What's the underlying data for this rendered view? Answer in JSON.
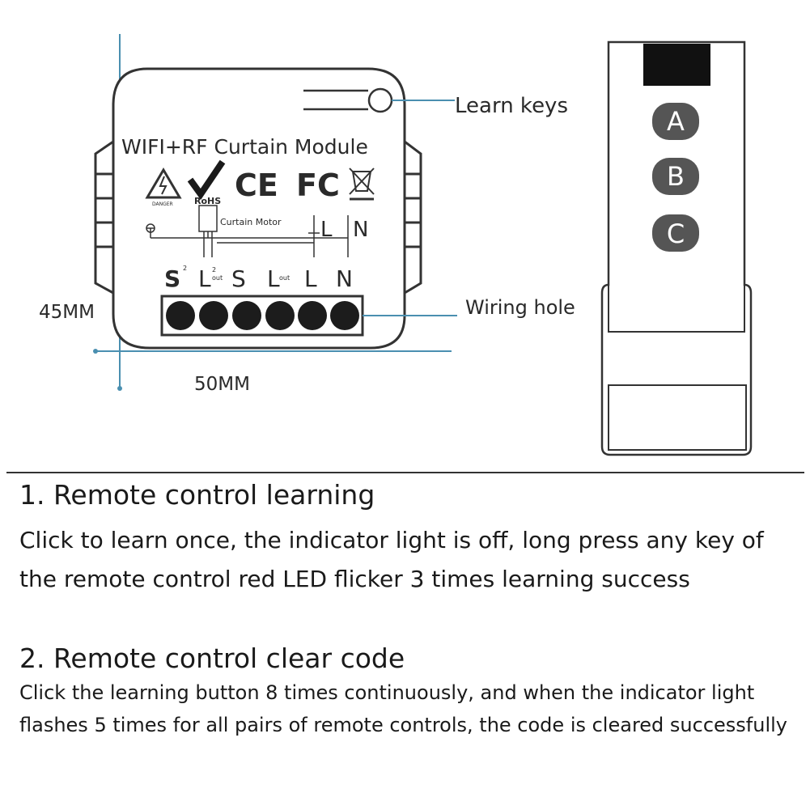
{
  "diagram": {
    "module_title": "WIFI+RF Curtain Module",
    "rohs_label": "RoHS",
    "danger_label": "DANGER",
    "ce_mark": "CE",
    "fc_mark": "FC",
    "curtain_motor_label": "Curtain Motor",
    "wiring_L": "L",
    "wiring_N": "N",
    "terminals": [
      "S",
      "L",
      "S",
      "L",
      "L",
      "N"
    ],
    "terminal_sub": {
      "s2": "2",
      "l1_top": "2",
      "l1_bottom": "out",
      "l2_sub": "out"
    },
    "learn_keys_label": "Learn keys",
    "wiring_hole_label": "Wiring hole",
    "height_label": "45MM",
    "width_label": "50MM",
    "remote_buttons": [
      "A",
      "B",
      "C"
    ],
    "colors": {
      "line": "#333333",
      "dimension": "#4a8fb0",
      "button_fill": "#555555",
      "terminal_fill": "#1c1c1c"
    }
  },
  "section1": {
    "heading": "1. Remote control learning",
    "text": "Click to learn once, the indicator light is off, long press any key of the remote control red LED flicker 3 times learning success"
  },
  "section2": {
    "heading": "2. Remote control clear code",
    "text": "Click the learning button 8 times continuously, and when the indicator light flashes 5 times for all pairs of remote controls, the code is cleared successfully"
  }
}
